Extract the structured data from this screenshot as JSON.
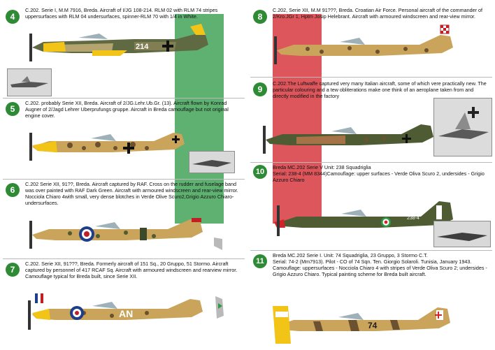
{
  "colors": {
    "badge_green": "#2f8a35",
    "italian_flag_green": "#2f9a46",
    "italian_flag_white": "#ffffff",
    "italian_flag_red": "#d2232a",
    "camo_tan": "#c9a45a",
    "camo_brown": "#6b5130",
    "olive_green": "#4e5b33",
    "yellow": "#f2c418",
    "raf_blue": "#1f3e8a",
    "raf_red": "#c01f26"
  },
  "sections": [
    {
      "number": "4",
      "text": "C.202. Serie I, M.M 7916, Breda. Aircraft of I/JG 108-214. RLM 02 with RLM 74 stripes uppersurfaces with RLM 04 undersurfaces, spinner-RLM 70 with 1/4 in White.",
      "aircraft_code": "214"
    },
    {
      "number": "5",
      "text": "C.202. probably Serie XII, Breda. Aircraft of 2/JG.Lehr.Ub.Gr. (13). Aircraft flown by Konrad Augner of 2/Jagd Lehrer Uberprufungs gruppe. Aircraft in Breda camouflage but not original engine cover."
    },
    {
      "number": "6",
      "text": "C.202 Serie XII, 91??, Breda. Aircraft captured by RAF. Cross on the rudder and fuselage band was over painted with RAF Dark Green. Aircraft with armoured windscreen and rear-view mirror. Nocciola Chiaro 4with small, very dense blotches in Verde Olive Scuro2,Grigio Azzuro Chiaro- undersurfaces."
    },
    {
      "number": "7",
      "text": "C.202. Serie XII, 91???, Breda. Formerly aircraft of 151 Sq., 20 Gruppo, 51 Stormo. Aircraft captured by personnel of 417 RCAF Sq. Aircraft with armoured windscreen and rearview mirror. Camouflage typical for Breda built, since Serie XII.",
      "aircraft_code": "AN"
    },
    {
      "number": "8",
      "text": "C.202, Serie XII, M.M 91???, Breda. Croatian Air Force. Personal aircraft of the commander of 2/Kro.JGr 1, Hptm Josip Helebrant. Aircraft with armoured windscreen and rear-view mirror."
    },
    {
      "number": "9",
      "text": "C.202.The Luftwaffe captured very many Italian aircraft, some of which vere practically new. The particular colouring and a tew obliterations make one think of an aeroplane taken from and directly modified in the factory"
    },
    {
      "number": "10",
      "text": "Breda MC.202 Serie V Unit: 238 Squadriglia\nSerial: 238-4 (MM 8344)Camouflage: upper surfaces - Verde Oliva Scuro 2, undersides - Grigio Azzuro Chiaro",
      "aircraft_code": "238-4"
    },
    {
      "number": "11",
      "text": "Breda MC.202 Serie I. Unit: 74 Squadriglia, 23 Gruppo, 3 Stormo C.T.\nSerial: 74-2 (Mm7913). Pilot - CO of 74 Sqn. Ten. Giorgio Solaroli. Tunisia, January 1943. Camouflage: uppersurfaces - Nocciola Chiaro 4 with stripes of Verde Oliva Scuro 2; undersides - Grigio Azzuro Chiaro. Typical painting scheme for Breda built aircraft.",
      "aircraft_code": "74"
    }
  ]
}
